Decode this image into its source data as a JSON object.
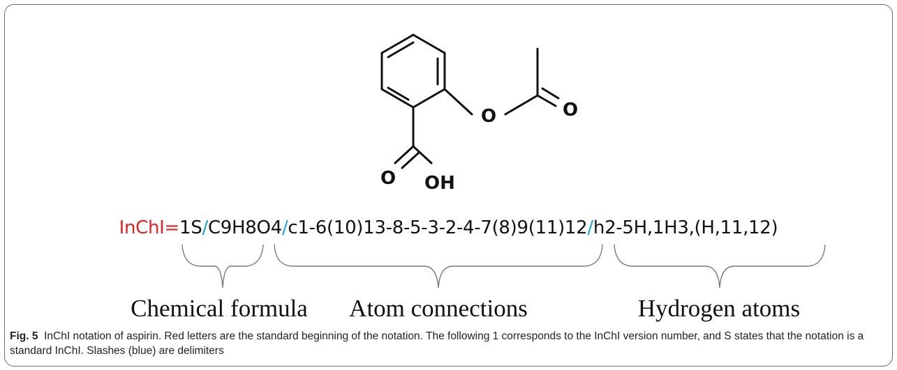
{
  "molecule": {
    "atoms": {
      "o_ester": "O",
      "o_carbonyl": "O",
      "o_acid": "O",
      "oh_acid": "OH"
    }
  },
  "inchi": {
    "prefix": "InChI=",
    "version": "1S",
    "delimiter": "/",
    "formula": "C9H8O4",
    "connections": "c1-6(10)13-8-5-3-2-4-7(8)9(11)12",
    "hydrogens": "h2-5H,1H3,(H,11,12)"
  },
  "labels": {
    "formula": "Chemical formula",
    "connections": "Atom connections",
    "hydrogens": "Hydrogen atoms"
  },
  "caption": {
    "fig_label": "Fig. 5",
    "text": "InChI notation of aspirin. Red letters are the standard beginning of the notation. The following 1 corresponds to the InChI version number, and S states that the notation is a standard InChI. Slashes (blue) are delimiters"
  },
  "colors": {
    "prefix": "#e02424",
    "delimiter": "#1aa3d9",
    "text": "#111111"
  }
}
